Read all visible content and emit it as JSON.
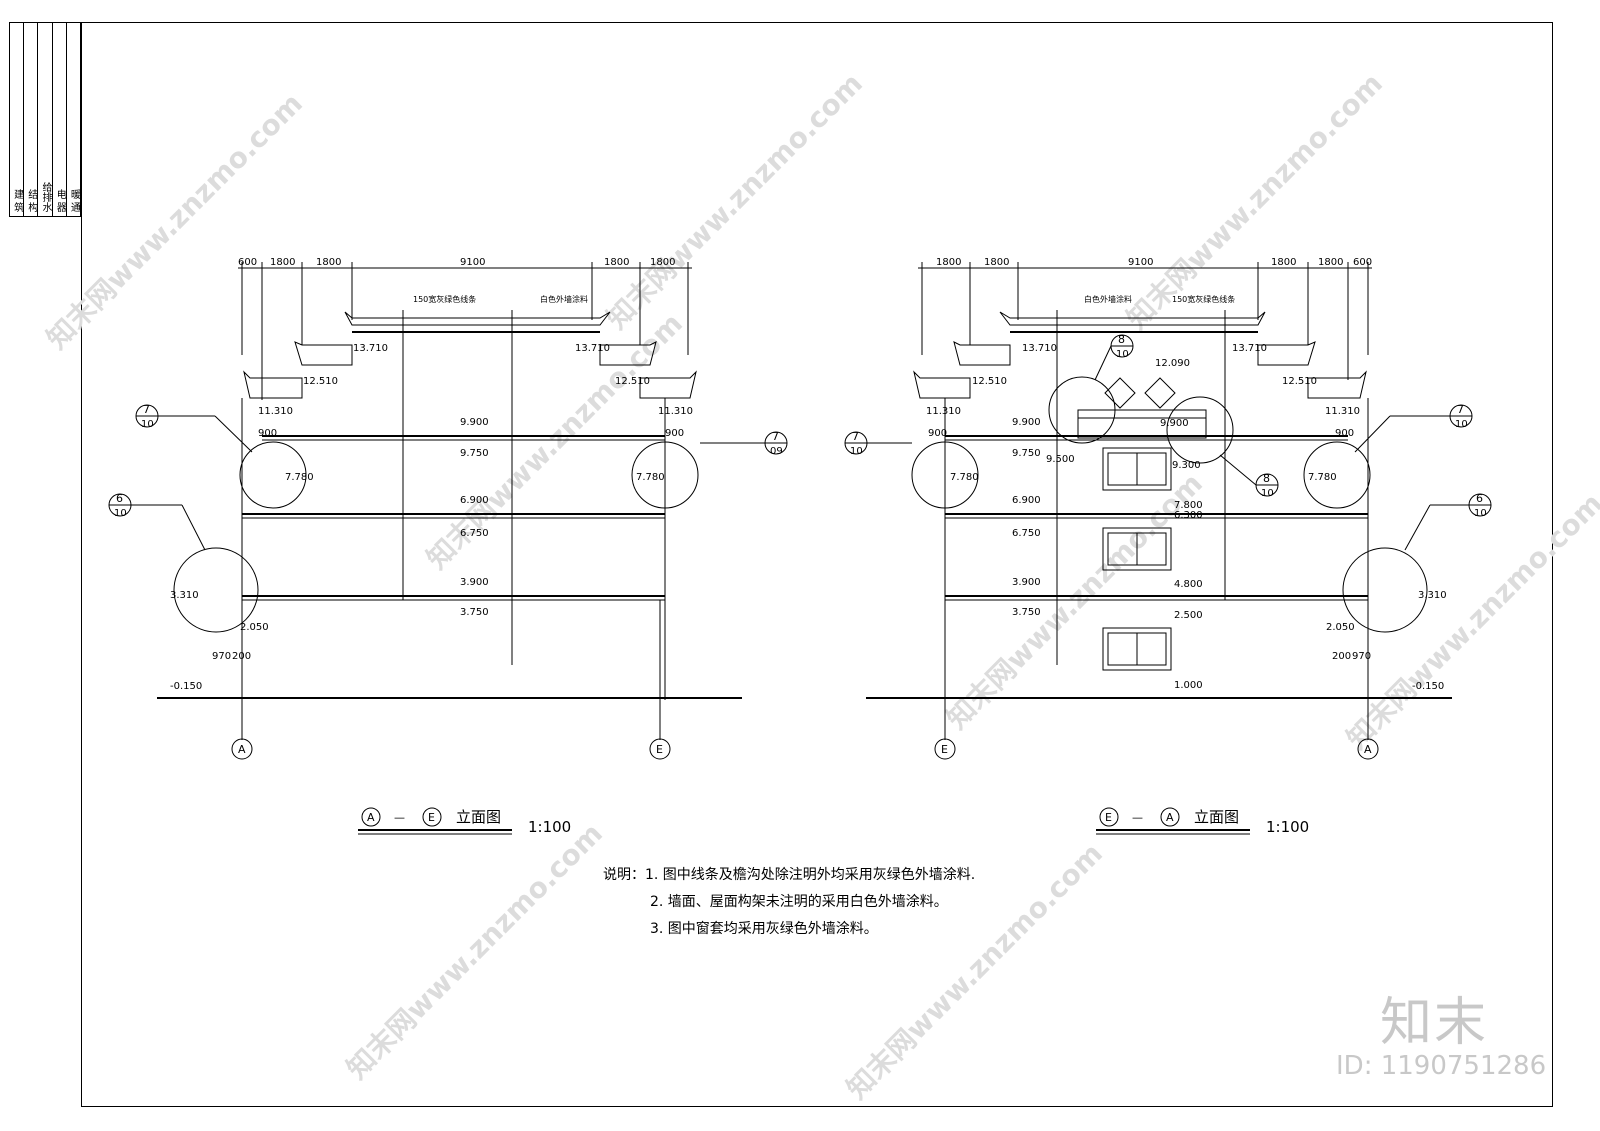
{
  "titleblock": [
    "建 筑",
    "结 构",
    "给排水",
    "电 器",
    "暖 通"
  ],
  "left": {
    "dims_top": [
      "600",
      "1800",
      "1800",
      "9100",
      "1800",
      "1800"
    ],
    "note_a": "150宽灰绿色线条",
    "note_b": "白色外墙涂料",
    "levels": [
      "13.710",
      "13.710",
      "12.510",
      "12.510",
      "11.310",
      "11.310",
      "9.900",
      "9.750",
      "6.900",
      "6.750",
      "3.900",
      "3.750",
      "7.780",
      "7.780",
      "3.310",
      "2.050",
      "-0.150"
    ],
    "dims_side": [
      "900",
      "900",
      "970",
      "200"
    ],
    "callouts": [
      {
        "n": "7",
        "d": "10"
      },
      {
        "n": "7",
        "d": "09"
      },
      {
        "n": "6",
        "d": "10"
      }
    ],
    "axes": [
      "A",
      "E"
    ],
    "title_a": "A",
    "title_b": "E",
    "title_dash": "—",
    "title_text": "立面图",
    "scale": "1:100"
  },
  "right": {
    "dims_top": [
      "1800",
      "1800",
      "9100",
      "1800",
      "1800",
      "600"
    ],
    "note_a": "白色外墙涂料",
    "note_b": "150宽灰绿色线条",
    "levels": [
      "13.710",
      "13.710",
      "12.510",
      "12.510",
      "11.310",
      "11.310",
      "9.900",
      "9.750",
      "6.900",
      "6.750",
      "3.900",
      "3.750",
      "7.780",
      "7.780",
      "12.090",
      "9.900",
      "9.500",
      "9.300",
      "7.800",
      "6.300",
      "4.800",
      "2.500",
      "1.000",
      "3.310",
      "2.050",
      "-0.150"
    ],
    "dims_side": [
      "900",
      "900",
      "200",
      "970"
    ],
    "callouts": [
      {
        "n": "7",
        "d": "10"
      },
      {
        "n": "7",
        "d": "10"
      },
      {
        "n": "8",
        "d": "10"
      },
      {
        "n": "8",
        "d": "10"
      },
      {
        "n": "6",
        "d": "10"
      }
    ],
    "axes": [
      "E",
      "A"
    ],
    "title_a": "E",
    "title_b": "A",
    "title_dash": "—",
    "title_text": "立面图",
    "scale": "1:100"
  },
  "notes": {
    "label": "说明：",
    "items": [
      "1. 图中线条及檐沟处除注明外均采用灰绿色外墙涂料.",
      "2. 墙面、屋面构架未注明的采用白色外墙涂料。",
      "3. 图中窗套均采用灰绿色外墙涂料。"
    ]
  },
  "watermark": "知末网www.znzmo.com",
  "brand": "知末",
  "id_text": "ID: 1190751286"
}
